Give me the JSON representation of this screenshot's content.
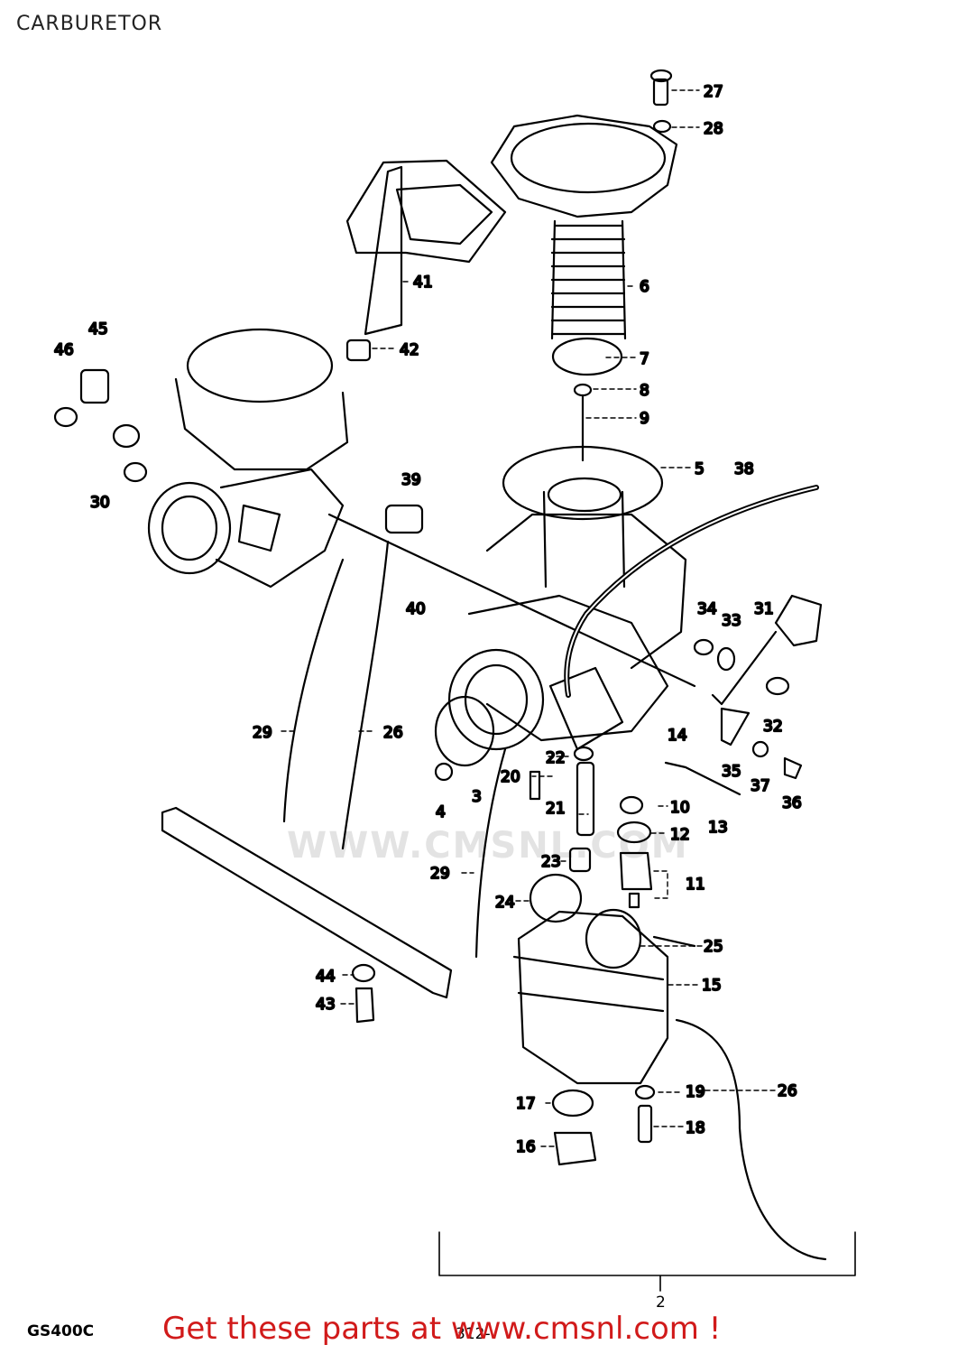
{
  "title": "CARBURETOR",
  "model_code": "GS400C",
  "page_no": "312-",
  "assembly_no": "2",
  "watermark": "WWW.CMSNL.COM",
  "footer": "Get these parts at www.cmsnl.com !",
  "callouts": {
    "p2": "2",
    "p3": "3",
    "p4": "4",
    "p5": "5",
    "p6": "6",
    "p7": "7",
    "p8": "8",
    "p9": "9",
    "p10": "10",
    "p11": "11",
    "p12": "12",
    "p13": "13",
    "p14": "14",
    "p15": "15",
    "p16": "16",
    "p17": "17",
    "p18": "18",
    "p19": "19",
    "p20": "20",
    "p21": "21",
    "p22": "22",
    "p23": "23",
    "p24": "24",
    "p25": "25",
    "p26a": "26",
    "p26b": "26",
    "p27": "27",
    "p28": "28",
    "p29a": "29",
    "p29b": "29",
    "p30": "30",
    "p31": "31",
    "p32": "32",
    "p33": "33",
    "p34": "34",
    "p35": "35",
    "p36": "36",
    "p37": "37",
    "p38": "38",
    "p39": "39",
    "p40": "40",
    "p41": "41",
    "p42": "42",
    "p43": "43",
    "p44": "44",
    "p45": "45",
    "p46": "46"
  },
  "colors": {
    "line": "#000000",
    "footer": "#d11a1a",
    "watermark": "#e3e3e3"
  }
}
